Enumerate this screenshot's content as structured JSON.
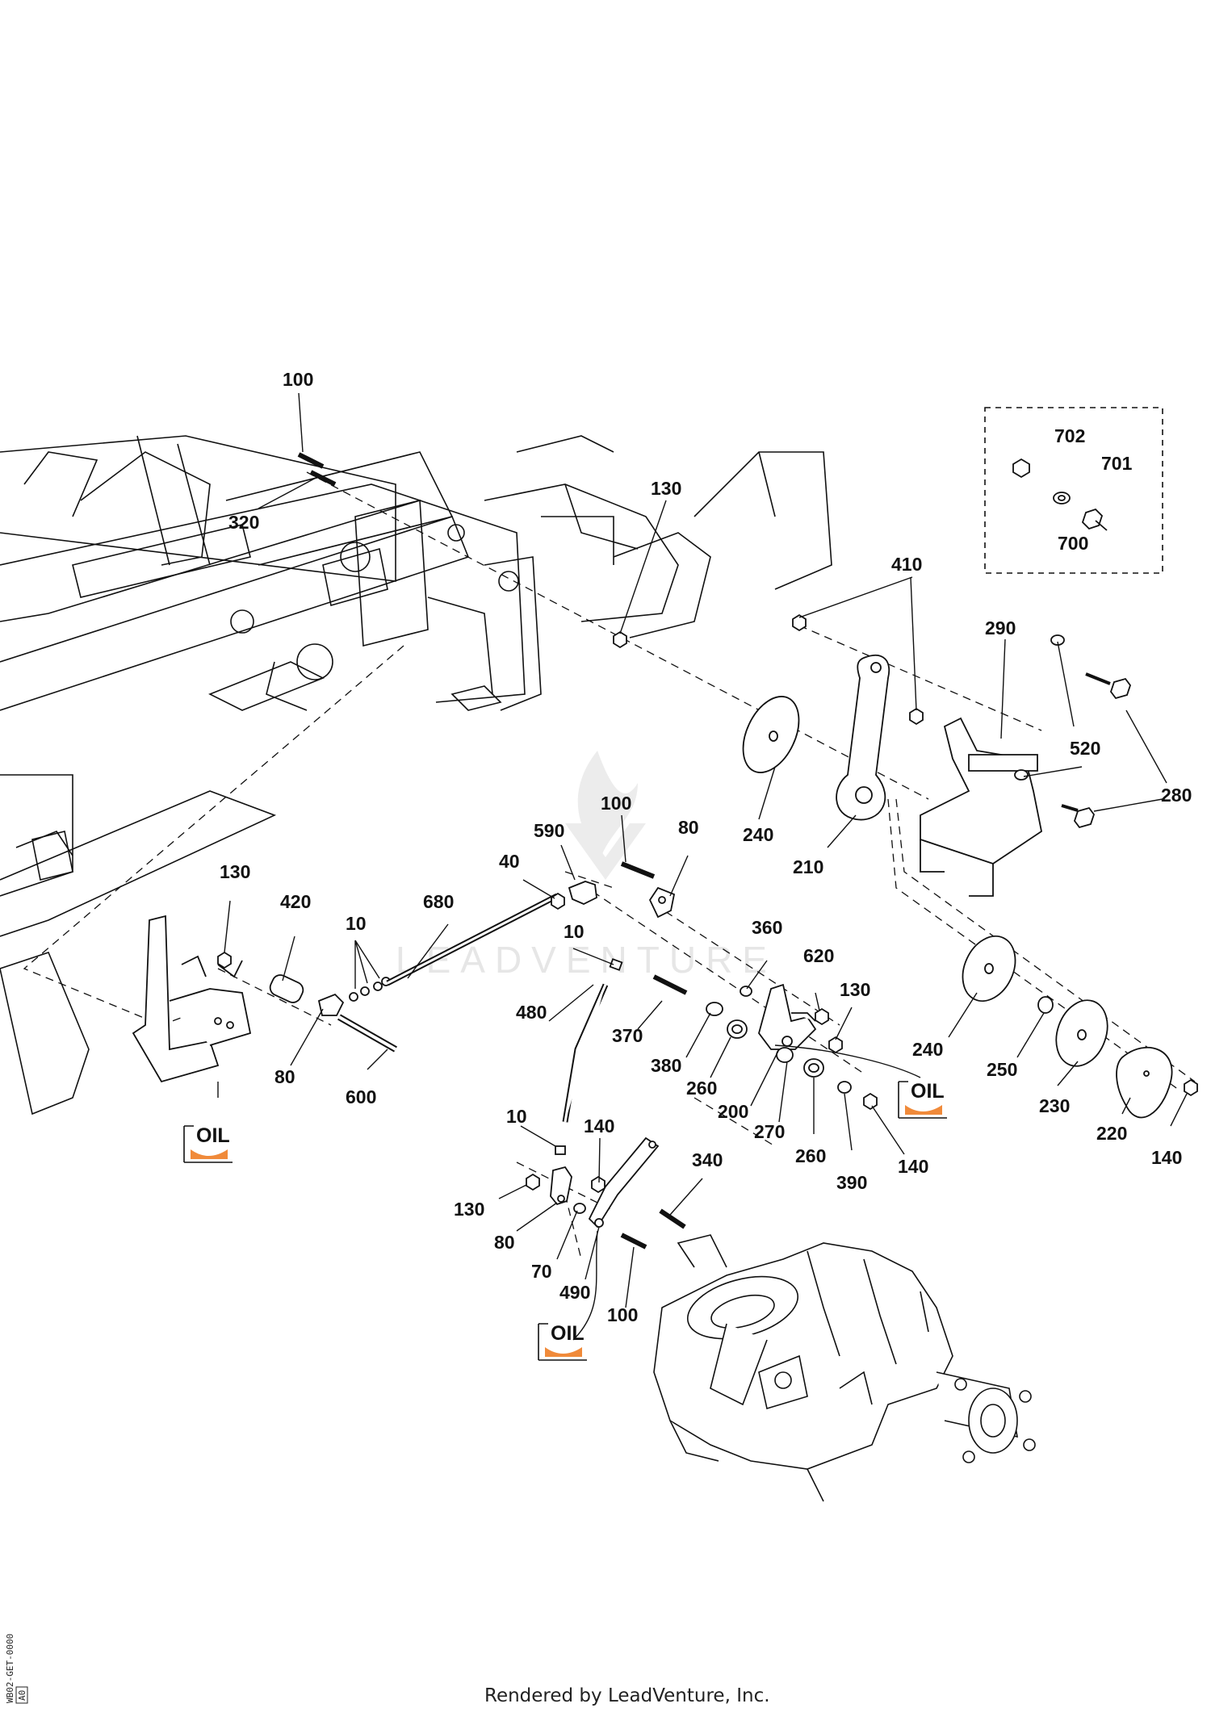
{
  "diagram": {
    "footer": "Rendered by LeadVenture, Inc.",
    "drawing_code": "WB02-GET-0000",
    "drawing_rev": "A0",
    "watermark": "LEADVENTURE",
    "oil_label": "OIL",
    "colors": {
      "line": "#111111",
      "oil_accent": "#f08a3a",
      "watermark": "#e6e6e6"
    },
    "inset_part_numbers": [
      "702",
      "701",
      "700"
    ],
    "part_numbers": [
      "10",
      "40",
      "70",
      "80",
      "100",
      "130",
      "140",
      "200",
      "210",
      "220",
      "230",
      "240",
      "250",
      "260",
      "270",
      "280",
      "290",
      "320",
      "340",
      "360",
      "370",
      "380",
      "390",
      "410",
      "420",
      "480",
      "490",
      "520",
      "590",
      "600",
      "620",
      "680",
      "700",
      "701",
      "702"
    ],
    "callouts": [
      {
        "id": "c100a",
        "label": "100"
      },
      {
        "id": "c320",
        "label": "320"
      },
      {
        "id": "c130a",
        "label": "130"
      },
      {
        "id": "c702",
        "label": "702"
      },
      {
        "id": "c701",
        "label": "701"
      },
      {
        "id": "c700",
        "label": "700"
      },
      {
        "id": "c410",
        "label": "410"
      },
      {
        "id": "c290",
        "label": "290"
      },
      {
        "id": "c520",
        "label": "520"
      },
      {
        "id": "c280",
        "label": "280"
      },
      {
        "id": "c240a",
        "label": "240"
      },
      {
        "id": "c210",
        "label": "210"
      },
      {
        "id": "c100b",
        "label": "100"
      },
      {
        "id": "c590",
        "label": "590"
      },
      {
        "id": "c80a",
        "label": "80"
      },
      {
        "id": "c40",
        "label": "40"
      },
      {
        "id": "c130b",
        "label": "130"
      },
      {
        "id": "c420",
        "label": "420"
      },
      {
        "id": "c10a",
        "label": "10"
      },
      {
        "id": "c680",
        "label": "680"
      },
      {
        "id": "c10b",
        "label": "10"
      },
      {
        "id": "c360",
        "label": "360"
      },
      {
        "id": "c620",
        "label": "620"
      },
      {
        "id": "c130c",
        "label": "130"
      },
      {
        "id": "c480",
        "label": "480"
      },
      {
        "id": "c370",
        "label": "370"
      },
      {
        "id": "c380",
        "label": "380"
      },
      {
        "id": "c260a",
        "label": "260"
      },
      {
        "id": "c200",
        "label": "200"
      },
      {
        "id": "c270",
        "label": "270"
      },
      {
        "id": "c260b",
        "label": "260"
      },
      {
        "id": "c390",
        "label": "390"
      },
      {
        "id": "c140a",
        "label": "140"
      },
      {
        "id": "c240b",
        "label": "240"
      },
      {
        "id": "c250",
        "label": "250"
      },
      {
        "id": "c230",
        "label": "230"
      },
      {
        "id": "c220",
        "label": "220"
      },
      {
        "id": "c140b",
        "label": "140"
      },
      {
        "id": "c80b",
        "label": "80"
      },
      {
        "id": "c600",
        "label": "600"
      },
      {
        "id": "c10c",
        "label": "10"
      },
      {
        "id": "c140c",
        "label": "140"
      },
      {
        "id": "c340",
        "label": "340"
      },
      {
        "id": "c130d",
        "label": "130"
      },
      {
        "id": "c80c",
        "label": "80"
      },
      {
        "id": "c70",
        "label": "70"
      },
      {
        "id": "c490",
        "label": "490"
      },
      {
        "id": "c100c",
        "label": "100"
      }
    ]
  }
}
